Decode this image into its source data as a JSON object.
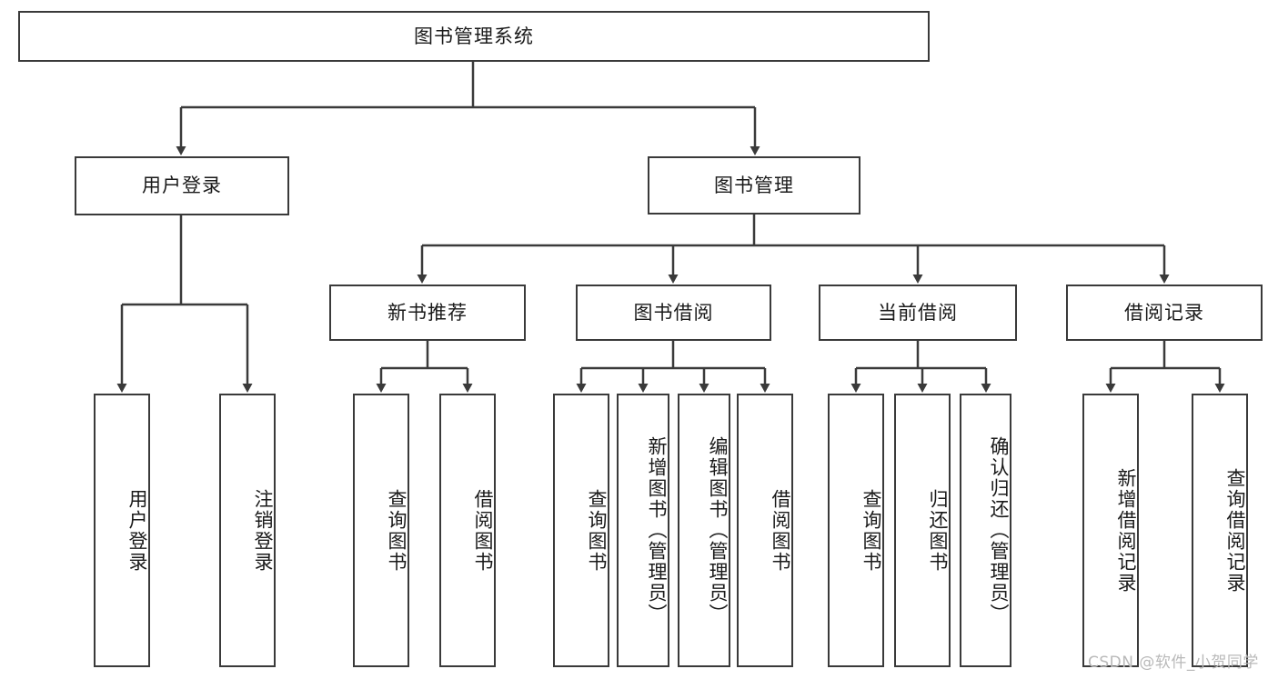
{
  "diagram": {
    "title": "图书管理系统",
    "watermark": "CSDN @软件_小贺同学",
    "colors": {
      "stroke": "#3a3a3a",
      "fill": "#ffffff",
      "text": "#1a1a1a",
      "watermark": "#b9b9b9"
    },
    "root": {
      "label": "图书管理系统"
    },
    "level1": [
      {
        "label": "用户登录"
      },
      {
        "label": "图书管理"
      }
    ],
    "level2": [
      {
        "label": "新书推荐"
      },
      {
        "label": "图书借阅"
      },
      {
        "label": "当前借阅"
      },
      {
        "label": "借阅记录"
      }
    ],
    "leaves": {
      "user_login": [
        {
          "label": "用户登录"
        },
        {
          "label": "注销登录"
        }
      ],
      "new_book_recommend": [
        {
          "label": "查询图书"
        },
        {
          "label": "借阅图书"
        }
      ],
      "book_borrow": [
        {
          "label": "查询图书"
        },
        {
          "label": "新增图书（管理员）"
        },
        {
          "label": "编辑图书（管理员）"
        },
        {
          "label": "借阅图书"
        }
      ],
      "current_borrow": [
        {
          "label": "查询图书"
        },
        {
          "label": "归还图书"
        },
        {
          "label": "确认归还（管理员）"
        }
      ],
      "borrow_record": [
        {
          "label": "新增借阅记录"
        },
        {
          "label": "查询借阅记录"
        }
      ]
    }
  }
}
